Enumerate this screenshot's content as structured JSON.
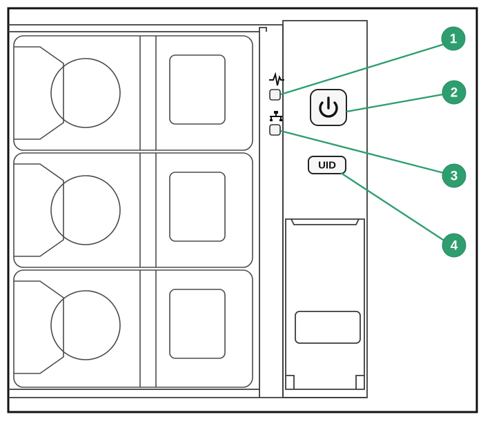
{
  "diagram": {
    "uid_button_label": "UID",
    "icons": {
      "health": "heartbeat-icon",
      "nic": "network-icon",
      "power": "power-icon"
    },
    "accent_color": "#2e9e6e",
    "callouts": [
      {
        "number": "1",
        "target": "health-led"
      },
      {
        "number": "2",
        "target": "power-button"
      },
      {
        "number": "3",
        "target": "nic-led"
      },
      {
        "number": "4",
        "target": "uid-button"
      }
    ]
  }
}
